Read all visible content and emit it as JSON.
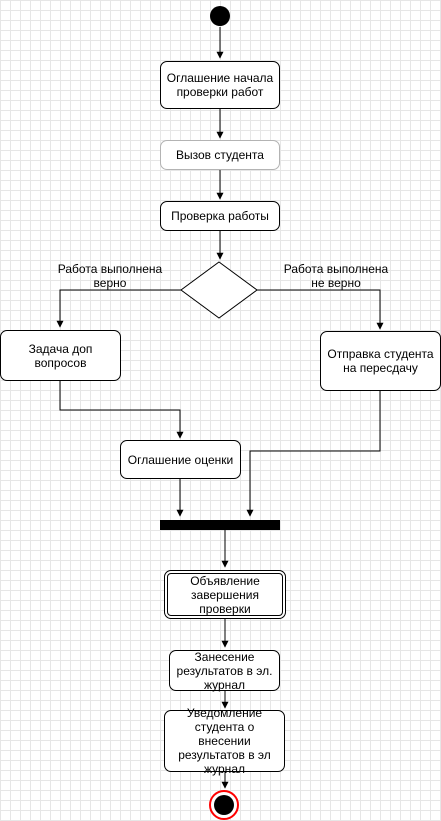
{
  "diagram": {
    "nodes": {
      "announce_start": "Оглашение начала\nпроверки работ",
      "call_student": "Вызов студента",
      "check_work": "Проверка работы",
      "extra_questions": "Задача доп\nвопросов",
      "resubmission": "Отправка студента\nна пересдачу",
      "announce_grade": "Оглашение оценки",
      "end_check": "Объявление\nзавершения\nпроверки",
      "record_results": "Занесение\nрезультатов в эл.\nжурнал",
      "notify_student": "Уведомление\nстудента о внесении\nрезультатов в эл\nжурнал"
    },
    "edge_labels": {
      "correct": "Работа выполнена\nверно",
      "incorrect": "Работа выполнена\nне верно"
    }
  },
  "colors": {
    "line": "#000000",
    "grid": "#e6e6e6",
    "final_ring": "#ff0000"
  }
}
